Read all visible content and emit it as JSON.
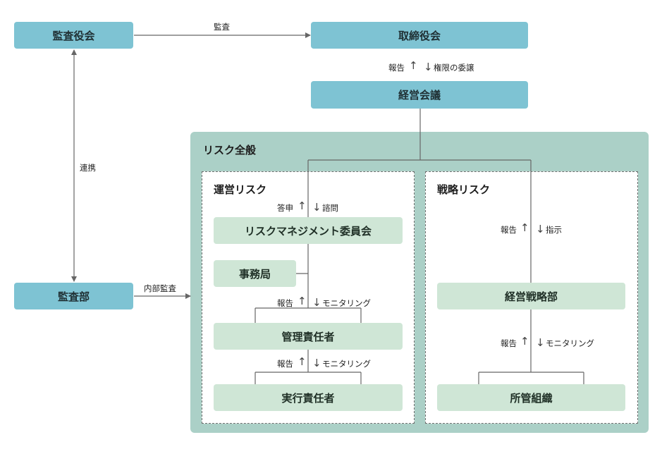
{
  "nodes": {
    "audit_board": "監査役会",
    "board": "取締役会",
    "management_meeting": "経営会議",
    "audit_dept": "監査部",
    "risk_committee": "リスクマネジメント委員会",
    "secretariat": "事務局",
    "management_responsible": "管理責任者",
    "execution_responsible": "実行責任者",
    "strategy_dept": "経営戦略部",
    "organization": "所管組織"
  },
  "panels": {
    "all_risk": "リスク全般",
    "operational_risk": "運営リスク",
    "strategic_risk": "戦略リスク"
  },
  "labels": {
    "audit": "監査",
    "cooperation": "連携",
    "internal_audit": "内部監査",
    "report": "報告",
    "delegation": "権限の委譲",
    "answer": "答申",
    "consult": "諮問",
    "monitoring": "モニタリング",
    "instruction": "指示"
  },
  "colors": {
    "blue_box": "#7ec3d3",
    "green_box": "#cfe6d6",
    "panel_bg": "#abd0c7"
  }
}
